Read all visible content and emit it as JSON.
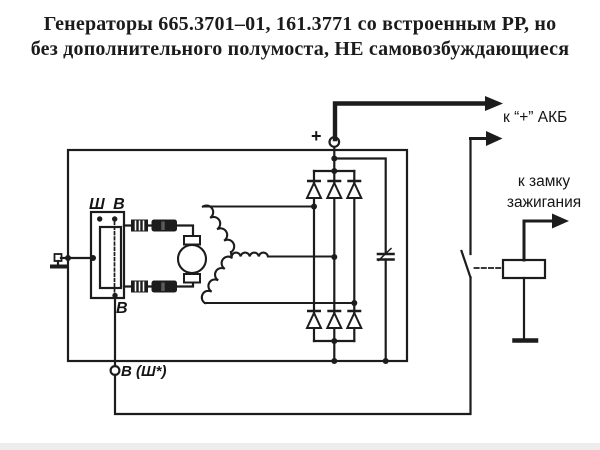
{
  "title": {
    "line1": "Генераторы 665.3701–01, 161.3771 со встроенным РР, но",
    "line2": "без дополнительного полумоста, НЕ самовозбуждающиеся"
  },
  "schematic": {
    "terminals": {
      "regulator_top": "Ш В",
      "regulator_bottom": "В",
      "output_plus": "+",
      "field_terminal": "В (Ш*)"
    },
    "annotations": {
      "to_battery_plus": "к “+” АКБ",
      "to_ignition_line1": "к замку",
      "to_ignition_line2": "зажигания"
    },
    "components": [
      "generator-case",
      "chassis-ground",
      "voltage-regulator",
      "brush-spring",
      "brush",
      "rotor-with-slip-rings",
      "stator-winding-star",
      "rectifier-bridge-6-diodes",
      "suppression-capacitor",
      "output-terminal-plus",
      "field-terminal",
      "relay-contact",
      "relay-coil",
      "relay-ground"
    ],
    "colors": {
      "ink": "#1c1c1c",
      "background": "#ffffff",
      "footer_strip": "#ededed"
    }
  }
}
